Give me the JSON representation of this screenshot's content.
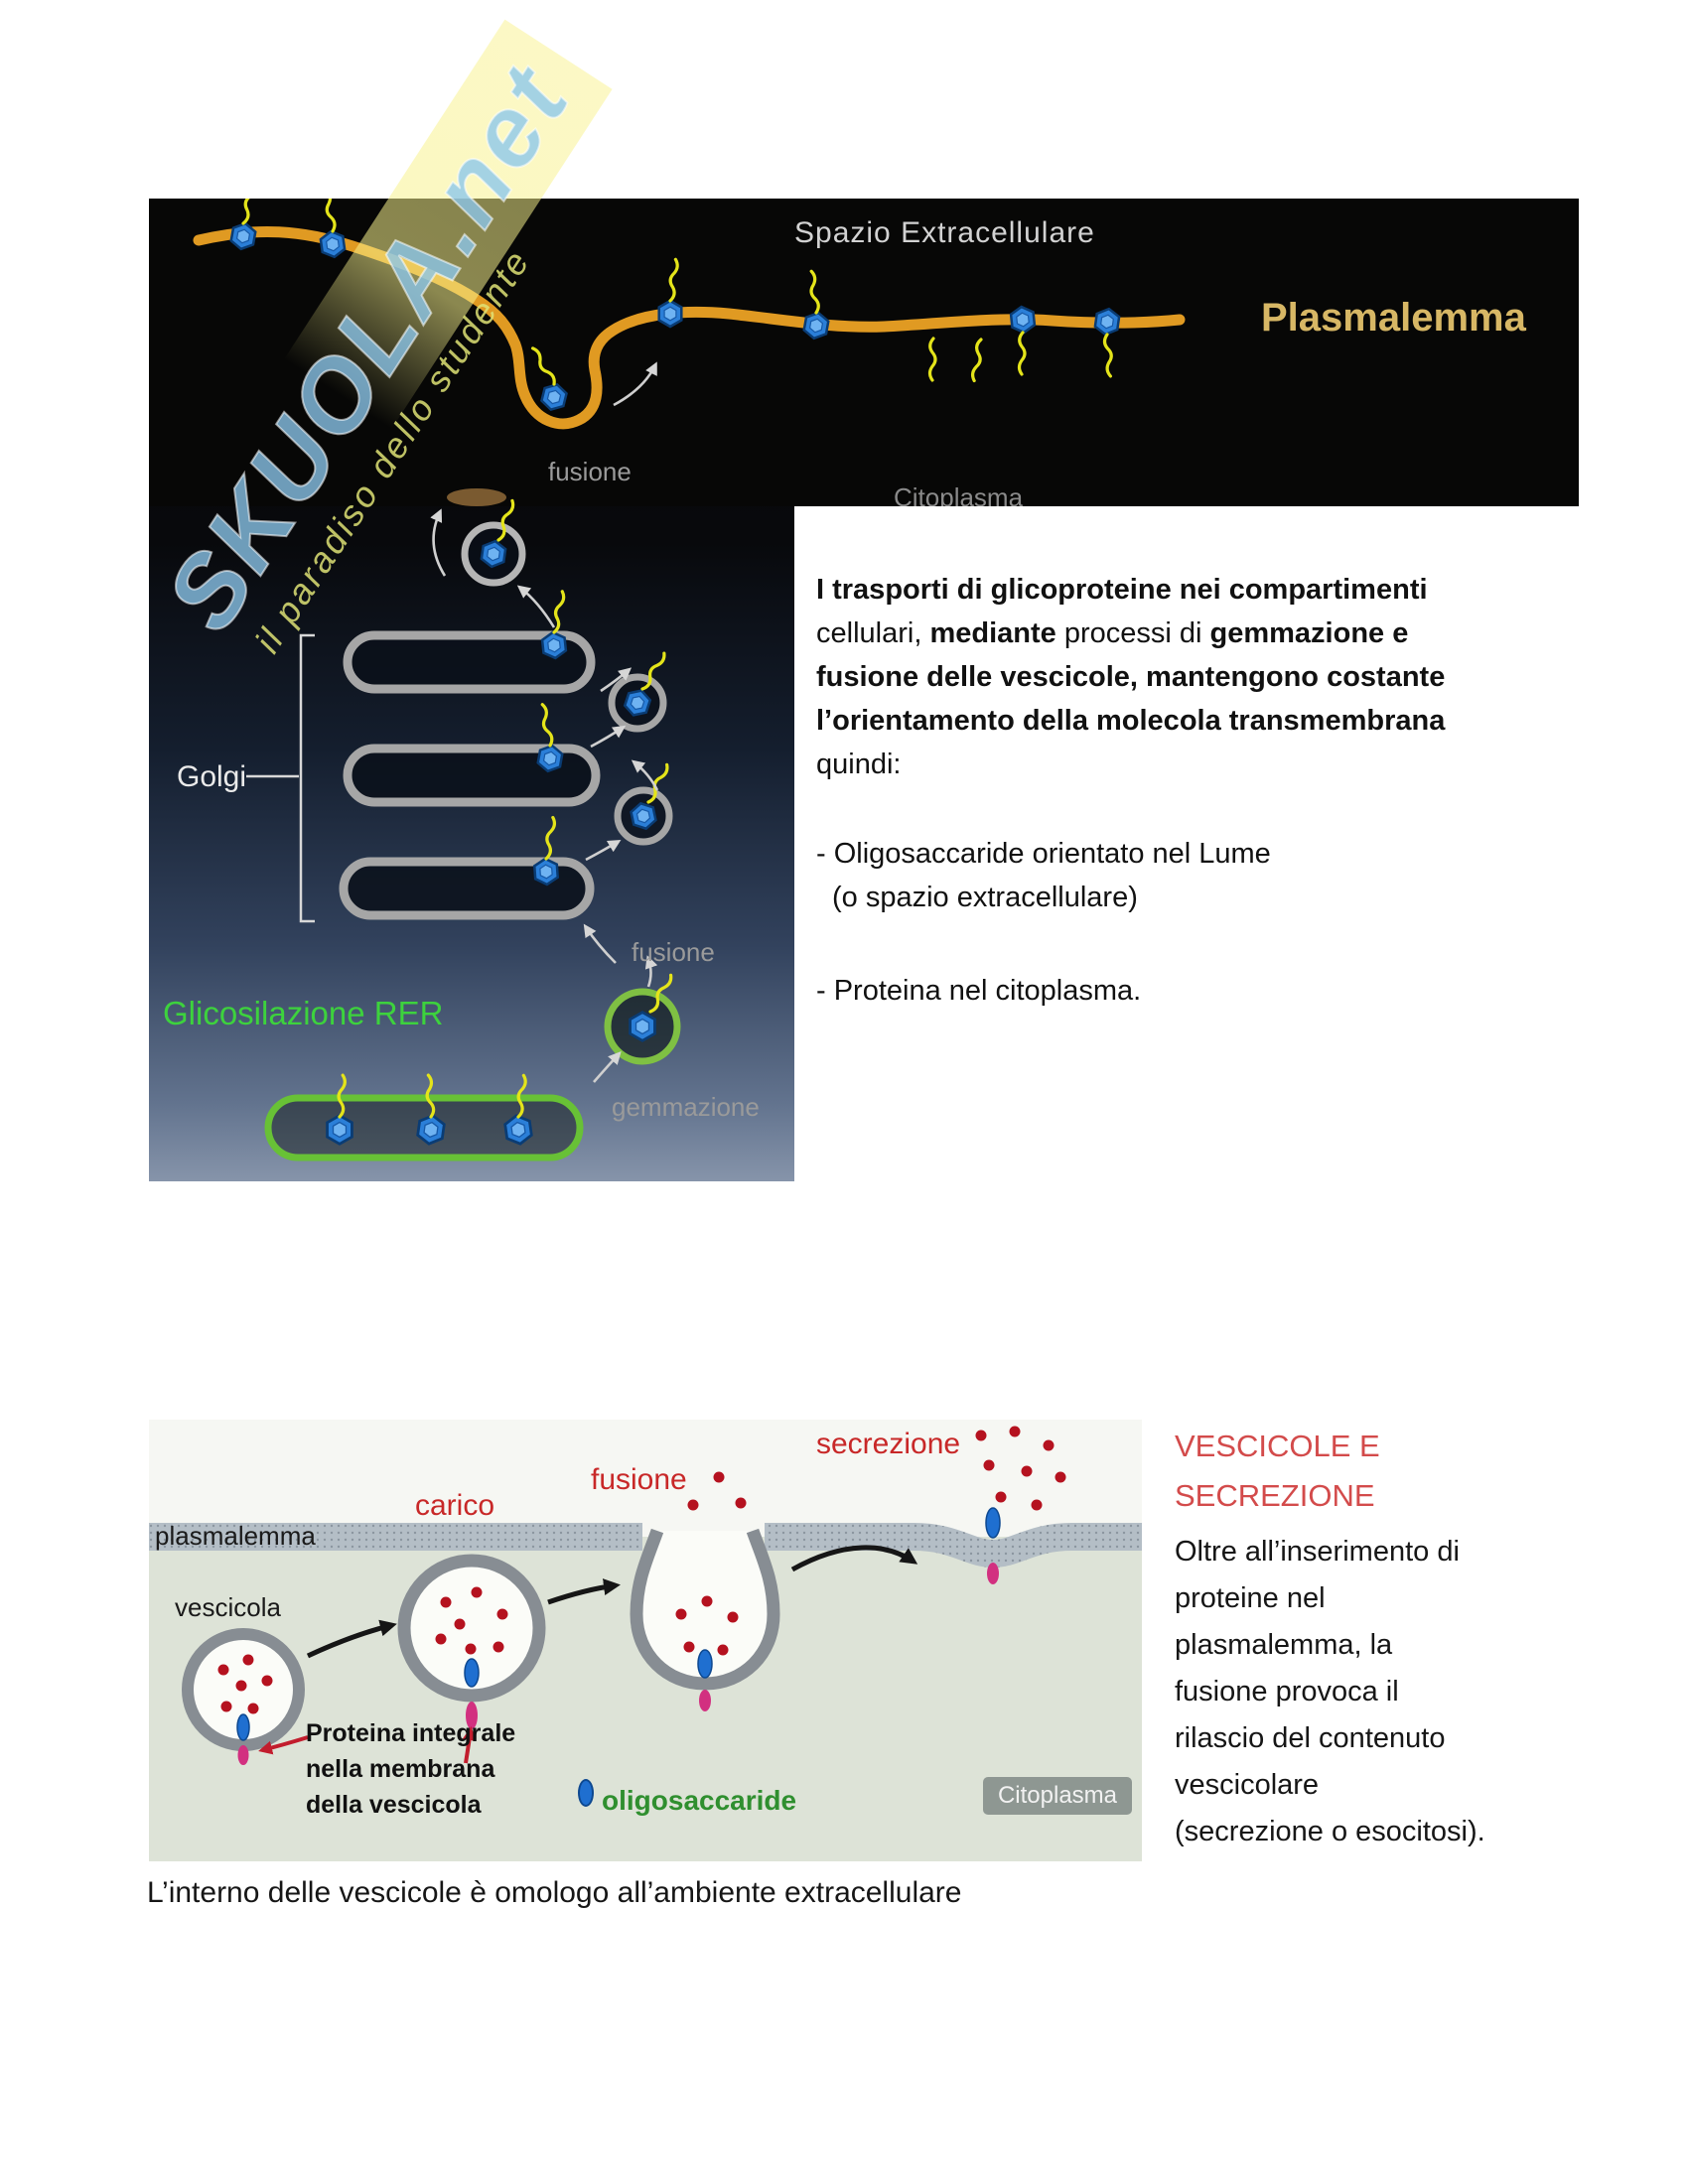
{
  "watermark": {
    "brand": "SKUOLA.net",
    "tagline": "il paradiso dello studente"
  },
  "diagram1": {
    "labels": {
      "spazio": "Spazio Extracellulare",
      "plasmalemma": "Plasmalemma",
      "fusione_membrana": "fusione",
      "citoplasma": "Citoplasma",
      "golgi": "Golgi",
      "fusione_golgi": "fusione",
      "glicosilazione_rer": "Glicosilazione RER",
      "gemmazione": "gemmazione"
    }
  },
  "text1": {
    "l1": "I trasporti di glicoproteine nei compartimenti",
    "l2a": "cellulari, ",
    "l2b": "mediante",
    "l2c": " processi di ",
    "l2d": "gemmazione e",
    "l3": "fusione delle vescicole, mantengono costante",
    "l4": "l’orientamento della molecola transmembrana",
    "l5": "quindi:",
    "b1a": "- Oligosaccaride orientato nel Lume",
    "b1b": "(o spazio extracellulare)",
    "b2": "- Proteina nel citoplasma."
  },
  "diagram2": {
    "labels": {
      "secrezione": "secrezione",
      "fusione": "fusione",
      "carico": "carico",
      "plasmalemma": "plasmalemma",
      "vescicola": "vescicola",
      "proteina_l1": "Proteina integrale",
      "proteina_l2": "nella membrana",
      "proteina_l3": "della vescicola",
      "oligosaccaride": "oligosaccaride",
      "citoplasma": "Citoplasma"
    }
  },
  "text2": {
    "heading_l1": "VESCICOLE E",
    "heading_l2": "SECREZIONE",
    "body_l1": "Oltre all’inserimento di",
    "body_l2": "proteine nel",
    "body_l3": "plasmalemma, la",
    "body_l4": "fusione provoca il",
    "body_l5": "rilascio del contenuto",
    "body_l6": "vescicolare",
    "body_l7": "(secrezione o esocitosi).",
    "footnote": "L’interno delle vescicole è omologo all’ambiente extracellulare"
  },
  "colors": {
    "membrane_gold": "#e09a22",
    "glyco_blue": "#2e86e0",
    "oligo_yellow": "#e4e41a",
    "rer_green": "#68c136",
    "label_green": "#3dd23d",
    "label_red": "#c82828",
    "heading_red": "#d34b4b"
  }
}
